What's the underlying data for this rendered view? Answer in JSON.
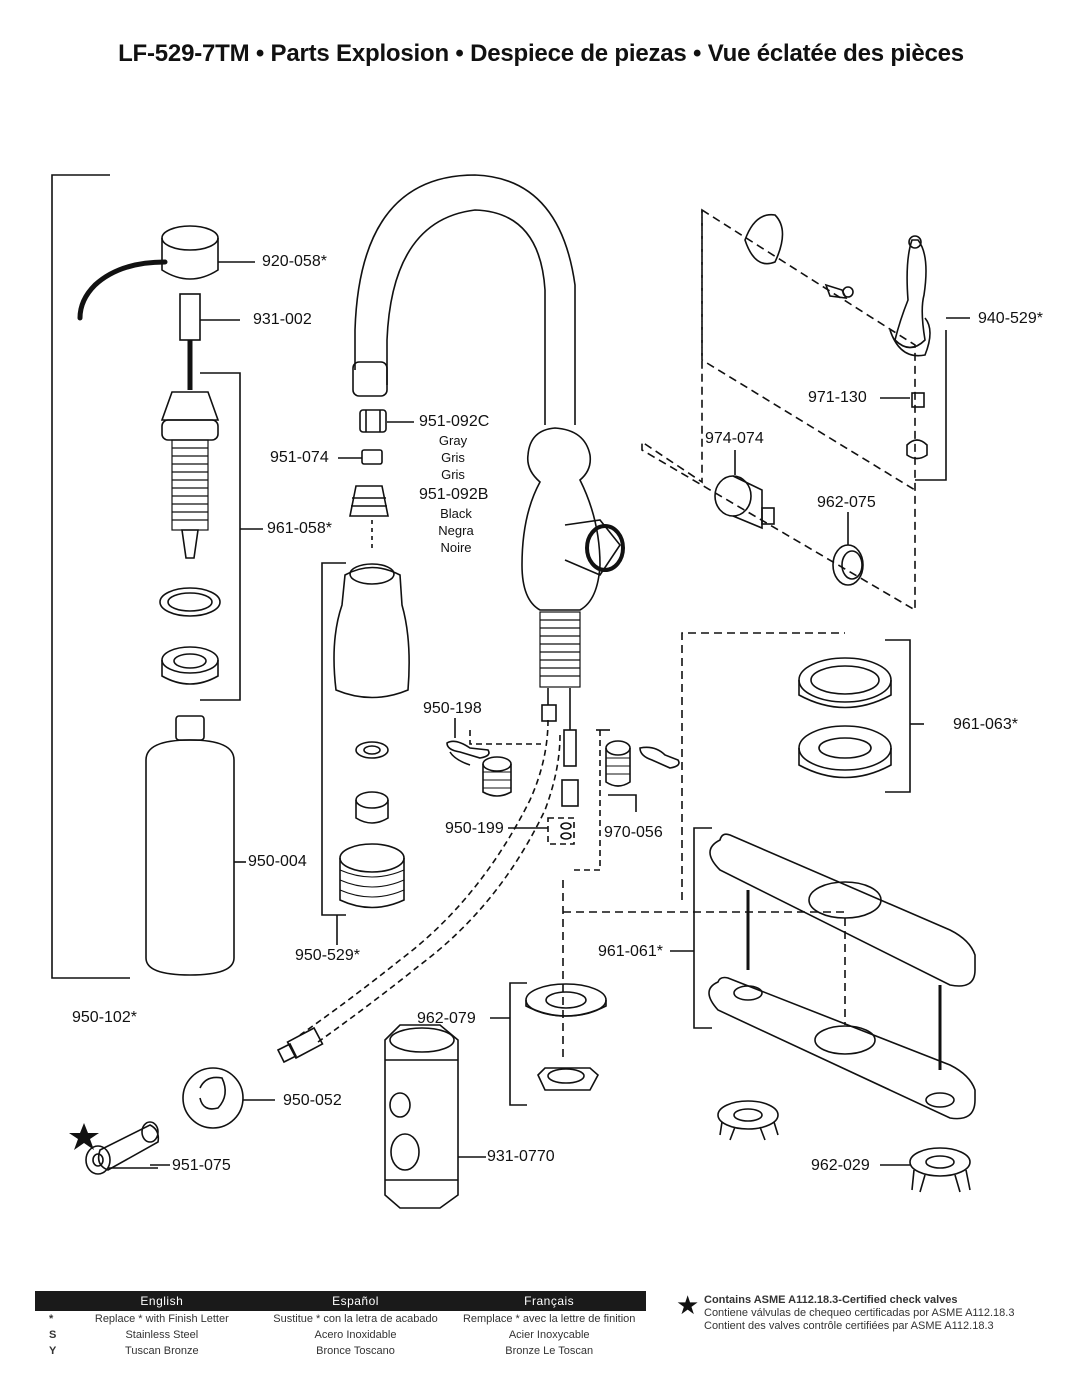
{
  "title": "LF-529-7TM • Parts Explosion • Despiece de piezas • Vue éclatée des pièces",
  "parts": {
    "p920_058": "920-058*",
    "p931_002": "931-002",
    "p961_058": "961-058*",
    "p950_004": "950-004",
    "p950_102": "950-102*",
    "p951_092c": "951-092C",
    "p951_092c_colors": [
      "Gray",
      "Gris",
      "Gris"
    ],
    "p951_074": "951-074",
    "p951_092b": "951-092B",
    "p951_092b_colors": [
      "Black",
      "Negra",
      "Noire"
    ],
    "p950_529": "950-529*",
    "p940_529": "940-529*",
    "p971_130": "971-130",
    "p974_074": "974-074",
    "p962_075": "962-075",
    "p961_063": "961-063*",
    "p950_198": "950-198",
    "p950_199": "950-199",
    "p970_056": "970-056",
    "p961_061": "961-061*",
    "p962_079": "962-079",
    "p950_052": "950-052",
    "p951_075": "951-075",
    "p931_0770": "931-0770",
    "p962_029": "962-029"
  },
  "legend": {
    "headers": [
      "English",
      "Español",
      "Français"
    ],
    "rows": [
      {
        "key": "*",
        "en": "Replace * with Finish Letter",
        "es": "Sustitue * con la letra de acabado",
        "fr": "Remplace * avec la lettre de finition"
      },
      {
        "key": "S",
        "en": "Stainless Steel",
        "es": "Acero Inoxidable",
        "fr": "Acier Inoxycable"
      },
      {
        "key": "Y",
        "en": "Tuscan Bronze",
        "es": "Bronce Toscano",
        "fr": "Bronze Le Toscan"
      }
    ]
  },
  "check_valves": {
    "en": "Contains ASME A112.18.3-Certified check valves",
    "es": "Contiene válvulas de chequeo certificadas por ASME A112.18.3",
    "fr": "Contient des valves contrôle certifiées par ASME A112.18.3"
  }
}
